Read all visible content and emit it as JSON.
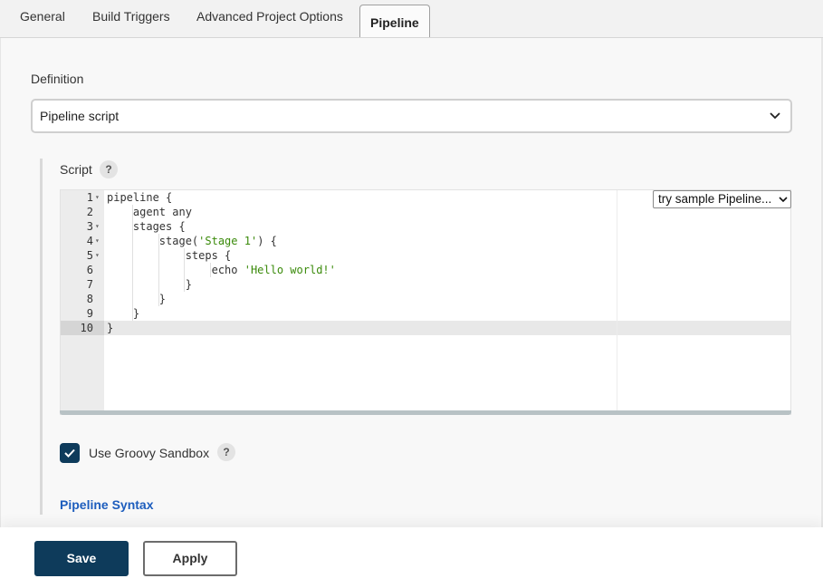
{
  "tabs": [
    {
      "label": "General"
    },
    {
      "label": "Build Triggers"
    },
    {
      "label": "Advanced Project Options"
    },
    {
      "label": "Pipeline"
    }
  ],
  "active_tab": "Pipeline",
  "definition": {
    "label": "Definition",
    "selected": "Pipeline script"
  },
  "script": {
    "label": "Script",
    "help": "?",
    "sample_select": "try sample Pipeline...",
    "active_line": 10,
    "lines": [
      {
        "num": "1",
        "fold": true,
        "parts": [
          {
            "t": "pipeline {"
          }
        ]
      },
      {
        "num": "2",
        "fold": false,
        "parts": [
          {
            "t": "    agent any"
          }
        ]
      },
      {
        "num": "3",
        "fold": true,
        "parts": [
          {
            "t": "    stages {"
          }
        ]
      },
      {
        "num": "4",
        "fold": true,
        "parts": [
          {
            "t": "        stage("
          },
          {
            "t": "'Stage 1'",
            "s": true
          },
          {
            "t": ") {"
          }
        ]
      },
      {
        "num": "5",
        "fold": true,
        "parts": [
          {
            "t": "            steps {"
          }
        ]
      },
      {
        "num": "6",
        "fold": false,
        "parts": [
          {
            "t": "                echo "
          },
          {
            "t": "'Hello world!'",
            "s": true
          }
        ]
      },
      {
        "num": "7",
        "fold": false,
        "parts": [
          {
            "t": "            }"
          }
        ]
      },
      {
        "num": "8",
        "fold": false,
        "parts": [
          {
            "t": "        }"
          }
        ]
      },
      {
        "num": "9",
        "fold": false,
        "parts": [
          {
            "t": "    }"
          }
        ]
      },
      {
        "num": "10",
        "fold": false,
        "parts": [
          {
            "t": "}"
          }
        ]
      }
    ]
  },
  "sandbox": {
    "label": "Use Groovy Sandbox",
    "checked": true,
    "help": "?"
  },
  "pipeline_syntax_link": "Pipeline Syntax",
  "buttons": {
    "save": "Save",
    "apply": "Apply"
  },
  "colors": {
    "primary": "#0e3b5b",
    "link": "#1d5dbd",
    "string": "#3a8a0a"
  }
}
